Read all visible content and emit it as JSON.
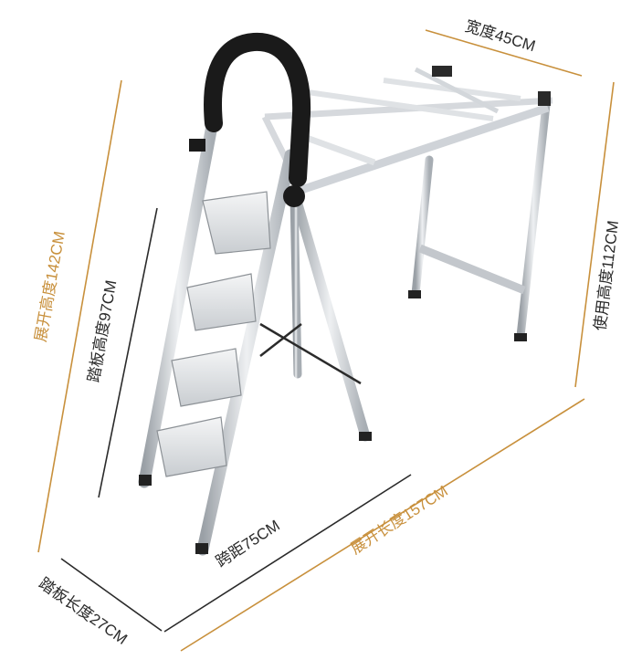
{
  "colors": {
    "accent": "#c8903c",
    "dark_text": "#2a2a2a",
    "frame": "#cfd3d8",
    "handle": "#1a1a1a"
  },
  "labels": {
    "width": "宽度45CM",
    "open_height": "展开高度142CM",
    "use_height": "使用高度112CM",
    "step_height": "踏板高度97CM",
    "span": "跨距75CM",
    "open_length": "展开长度157CM",
    "step_length": "踏板长度27CM"
  }
}
